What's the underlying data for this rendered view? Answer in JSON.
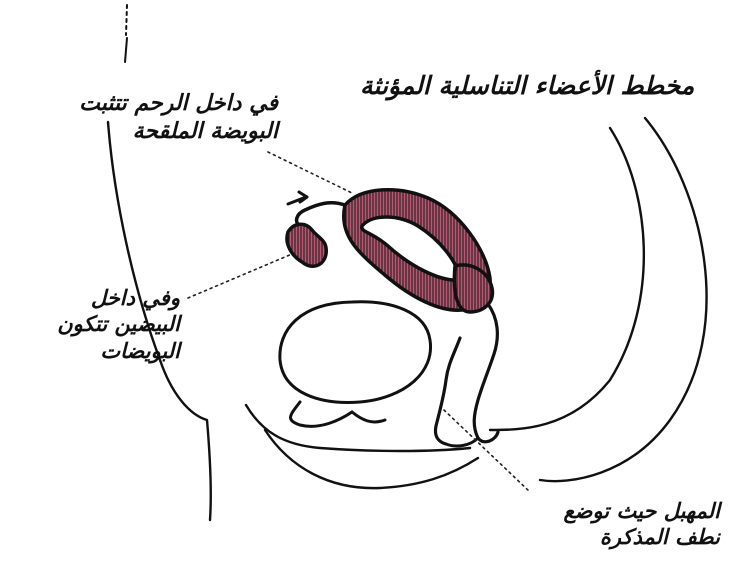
{
  "diagram": {
    "title_text": "مخطط الأعضاء التناسلية المؤنثة",
    "labels": {
      "uterus": {
        "line1": "في داخل الرحم تتثبت",
        "line2": "البويضة الملقحة"
      },
      "ovary": {
        "line1": "وفي داخل",
        "line2": "البيضين تتكون",
        "line3": "البويضات"
      },
      "vagina": {
        "line1": "المهبل حيث توضع",
        "line2": "نطف المذكرة"
      }
    },
    "colors": {
      "organ_fill": "#b25c74",
      "line": "#111111",
      "background": "#ffffff"
    }
  }
}
